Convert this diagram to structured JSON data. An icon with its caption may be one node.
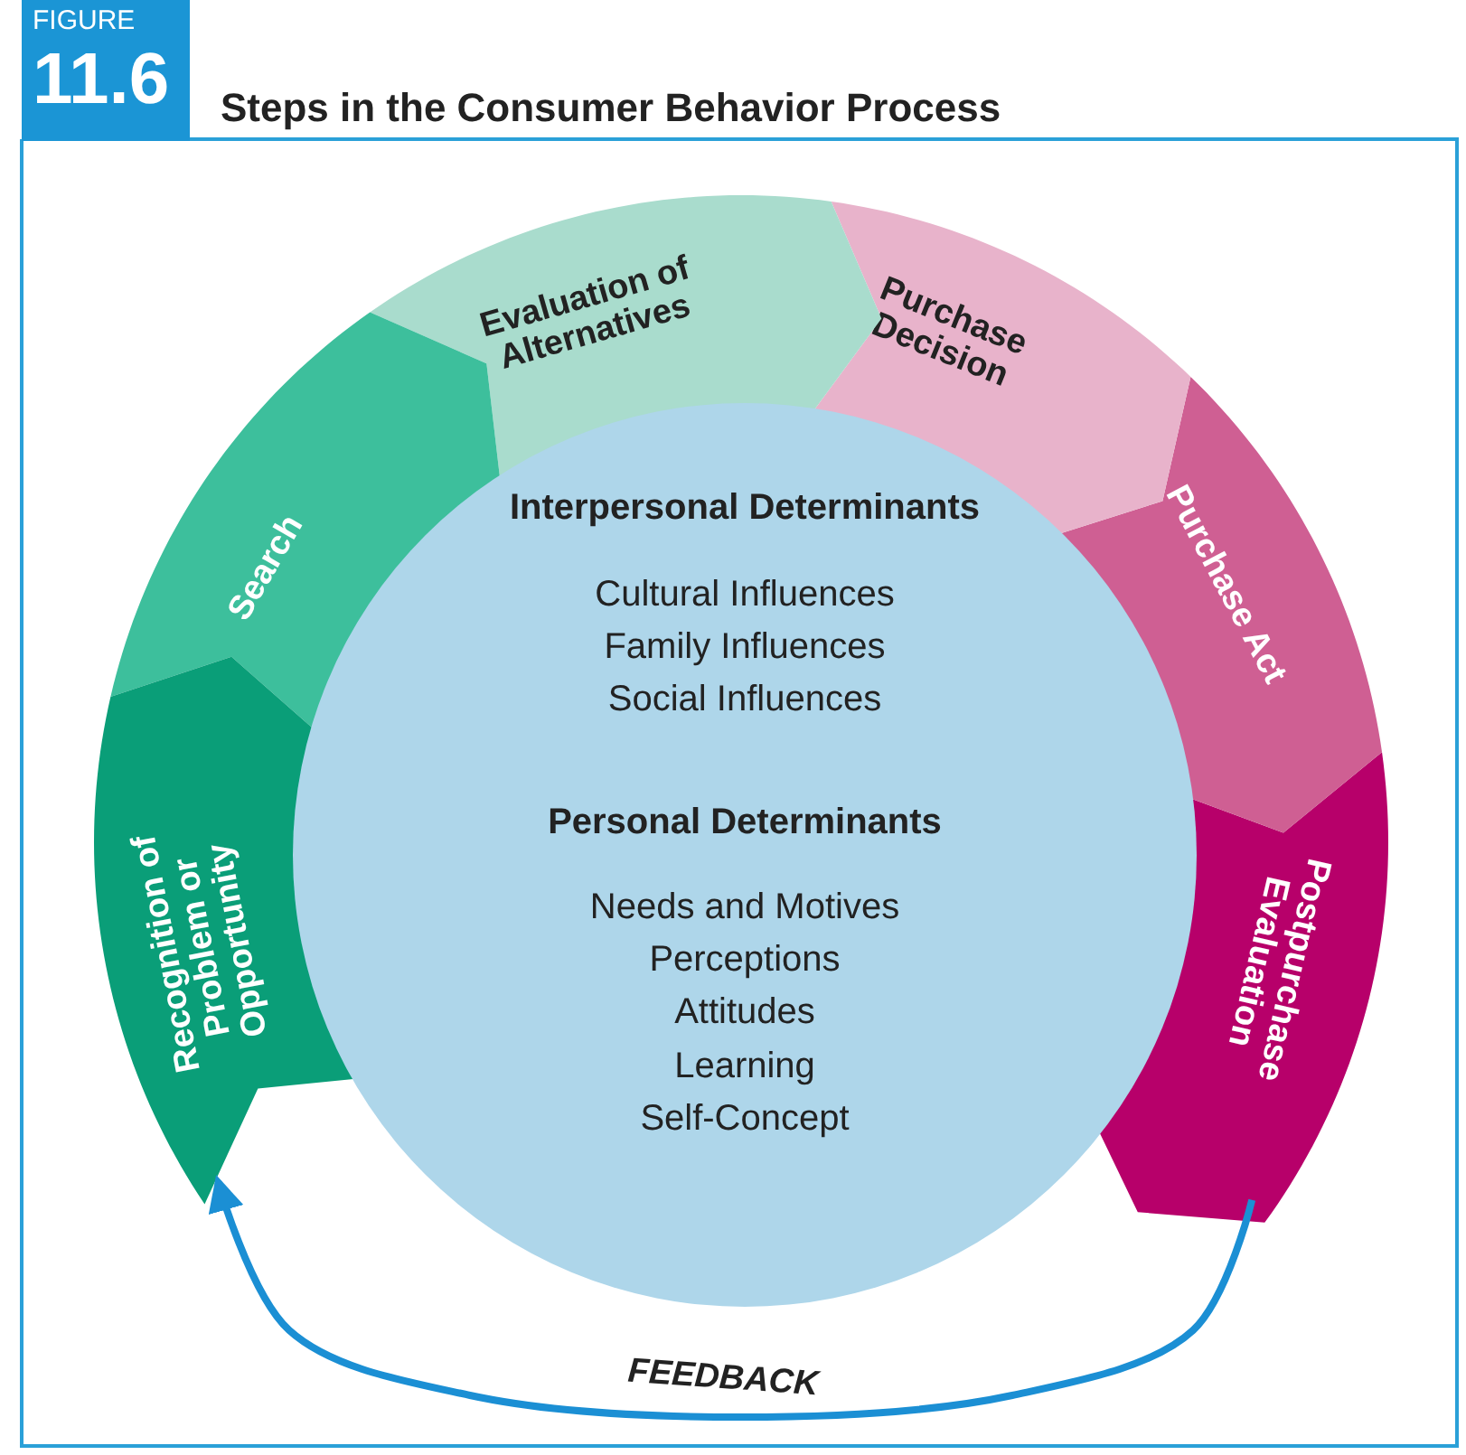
{
  "diagram": {
    "title": "Steps in the Consumer Behavior Process",
    "nodes": [
      {
        "text": [
          "Recognition of Problem or Opportunity"
        ]
      },
      {
        "text": [
          "Search"
        ]
      },
      {
        "text": [
          "Evaluation of Alternatives"
        ]
      },
      {
        "text": [
          "Purchase Decision"
        ]
      },
      {
        "text": [
          "Purchase Act"
        ]
      },
      {
        "text": [
          "Postpurchase Evaluation"
        ]
      },
      {
        "text": [
          "Interpersonal Determinants",
          "Cultural Influences",
          "Family Influences",
          "Social Influences",
          "Personal Determinants",
          "Needs and Motives",
          "Perceptions",
          "Attitudes",
          "Learning",
          "Self-Concept"
        ]
      }
    ],
    "edges": [
      {
        "from": 5,
        "to": 0,
        "arrow": "to",
        "label": "FEEDBACK"
      }
    ],
    "labels": [
      "FIGURE",
      "11.6"
    ]
  }
}
